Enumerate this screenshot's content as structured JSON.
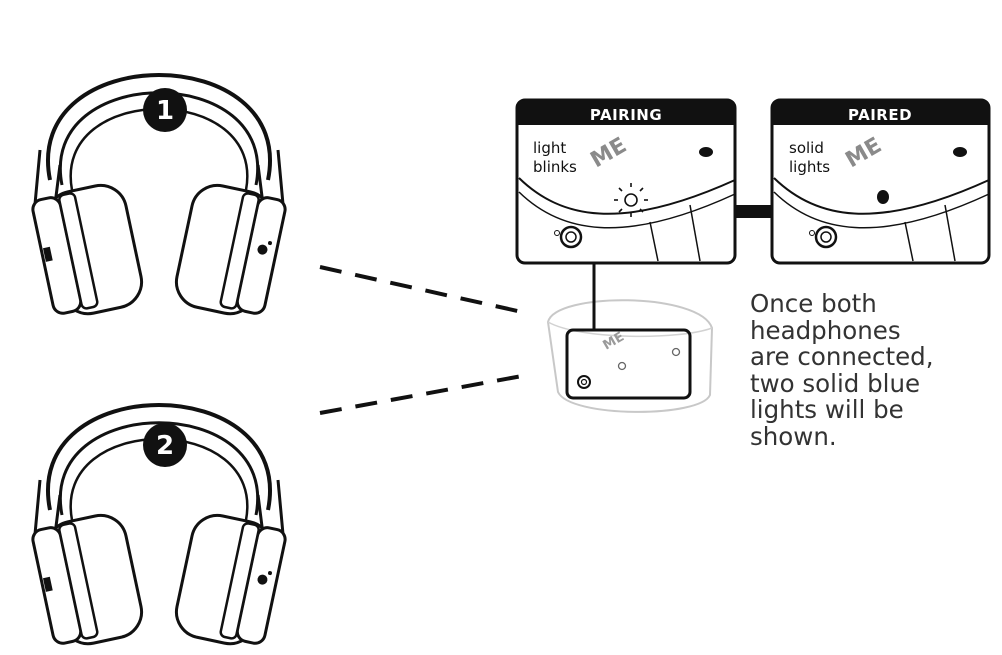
{
  "badges": {
    "first": "1",
    "second": "2"
  },
  "panels": {
    "pairing": {
      "title": "PAIRING",
      "caption_line1": "light",
      "caption_line2": "blinks"
    },
    "paired": {
      "title": "PAIRED",
      "caption_line1": "solid",
      "caption_line2": "lights"
    }
  },
  "logo_text": "ME",
  "note": {
    "lines": [
      "Once both",
      "headphones",
      "are connected,",
      "two solid blue",
      "lights will be",
      "shown."
    ]
  },
  "colors": {
    "ink": "#111111",
    "text": "#333333",
    "background": "#ffffff"
  }
}
